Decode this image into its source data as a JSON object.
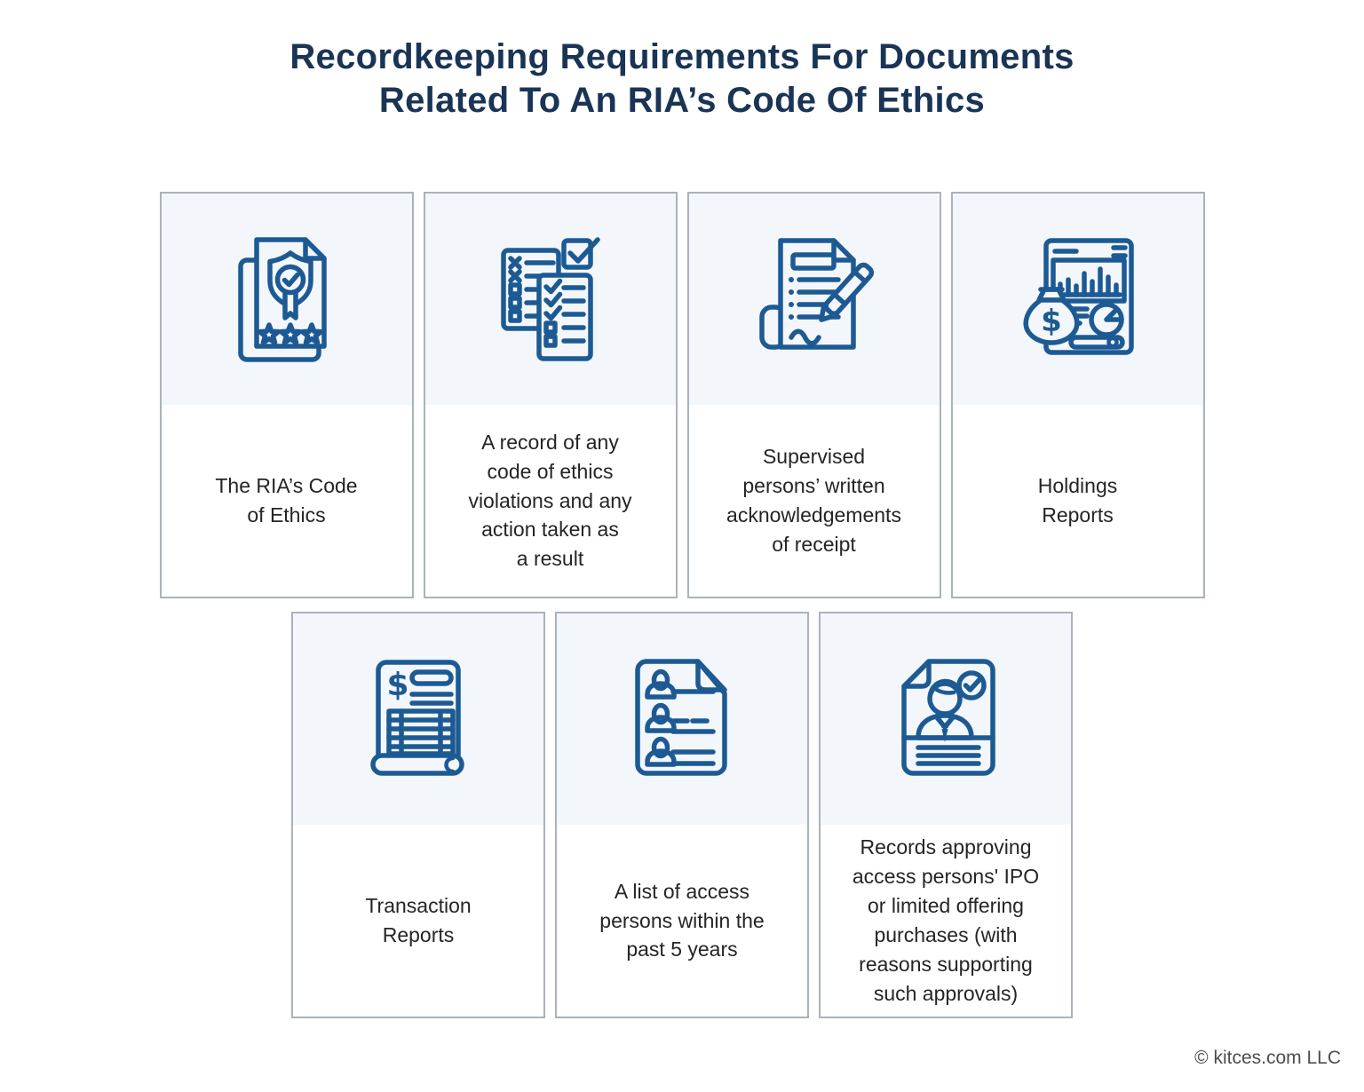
{
  "title": {
    "text": "Recordkeeping Requirements For Documents\nRelated To An RIA’s Code Of Ethics"
  },
  "cards": [
    {
      "id": "rias-code-of-ethics",
      "icon": "certificate-shield-icon",
      "label": "The RIA’s Code\nof Ethics"
    },
    {
      "id": "violations-record",
      "icon": "violations-checklist-icon",
      "label": "A record of any\ncode of ethics\nviolations and any\naction taken as\na result"
    },
    {
      "id": "acknowledgements-of-receipt",
      "icon": "signed-document-pen-icon",
      "label": "Supervised\npersons’ written\nacknowledgements\nof receipt"
    },
    {
      "id": "holdings-reports",
      "icon": "holdings-report-icon",
      "label": "Holdings\nReports"
    },
    {
      "id": "transaction-reports",
      "icon": "transaction-receipt-icon",
      "label": "Transaction\nReports"
    },
    {
      "id": "access-persons-list",
      "icon": "access-persons-list-icon",
      "label": "A list of access\npersons within the\npast 5 years"
    },
    {
      "id": "ipo-approval-records",
      "icon": "approved-person-record-icon",
      "label": "Records approving\naccess persons' IPO\nor limited offering\npurchases (with\nreasons supporting\nsuch approvals)"
    }
  ],
  "footer": {
    "copyright": "© kitces.com LLC"
  },
  "colors": {
    "title_text": "#1a3456",
    "icon_stroke": "#1d5a94",
    "icon_area_bg": "#f3f7fb",
    "card_border": "#a9b2bf",
    "label_text": "#252525",
    "footer_text": "#4d4d4d",
    "page_bg": "#ffffff"
  }
}
